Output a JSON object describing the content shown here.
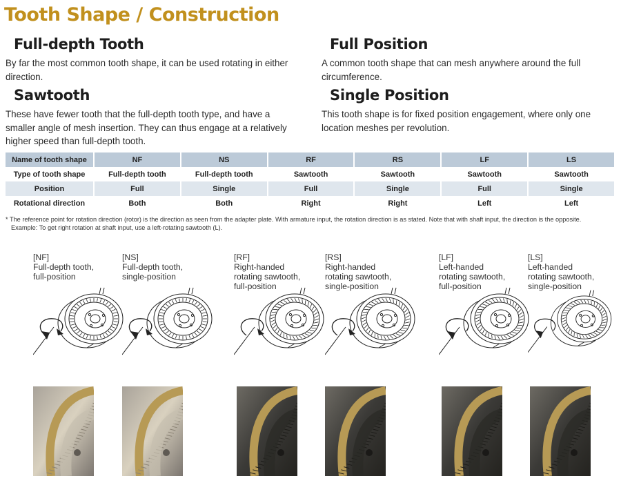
{
  "page_title": "Tooth Shape / Construction",
  "sections": {
    "full_depth": {
      "heading": "Full-depth Tooth",
      "text": "By far the most common tooth shape, it can be used rotating in either direction."
    },
    "full_position": {
      "heading": "Full Position",
      "text": "A common tooth shape that can mesh anywhere around the full circumference."
    },
    "sawtooth": {
      "heading": "Sawtooth",
      "text": "These have fewer tooth that the full-depth tooth type, and have a smaller angle of mesh insertion. They can thus engage at a relatively higher speed than full-depth tooth."
    },
    "single_position": {
      "heading": "Single Position",
      "text": "This tooth shape is for fixed position engagement, where only one location meshes per revolution."
    }
  },
  "table": {
    "header": [
      "Name of tooth shape",
      "NF",
      "NS",
      "RF",
      "RS",
      "LF",
      "LS"
    ],
    "rows": [
      [
        "Type of tooth shape",
        "Full-depth tooth",
        "Full-depth tooth",
        "Sawtooth",
        "Sawtooth",
        "Sawtooth",
        "Sawtooth"
      ],
      [
        "Position",
        "Full",
        "Single",
        "Full",
        "Single",
        "Full",
        "Single"
      ],
      [
        "Rotational direction",
        "Both",
        "Both",
        "Right",
        "Right",
        "Left",
        "Left"
      ]
    ]
  },
  "note": {
    "line1": "* The reference point for rotation direction (rotor) is the direction as seen from the adapter plate. With armature input, the rotation direction is as stated. Note that with shaft input, the direction is the opposite.",
    "line2": "Example: To get right rotation at shaft input, use a left-rotating sawtooth (L)."
  },
  "diagrams": [
    {
      "code": "[NF]",
      "line1": "Full-depth tooth,",
      "line2": "full-position",
      "line3": "",
      "tooth": "full",
      "arrow": "both"
    },
    {
      "code": "[NS]",
      "line1": "Full-depth tooth,",
      "line2": "single-position",
      "line3": "",
      "tooth": "full",
      "arrow": "both"
    },
    {
      "code": "[RF]",
      "line1": "Right-handed",
      "line2": "rotating sawtooth,",
      "line3": "full-position",
      "tooth": "saw",
      "arrow": "right"
    },
    {
      "code": "[RS]",
      "line1": "Right-handed",
      "line2": "rotating sawtooth,",
      "line3": "single-position",
      "tooth": "saw",
      "arrow": "right"
    },
    {
      "code": "[LF]",
      "line1": "Left-handed",
      "line2": "rotating sawtooth,",
      "line3": "full-position",
      "tooth": "saw",
      "arrow": "left"
    },
    {
      "code": "[LS]",
      "line1": "Left-handed",
      "line2": "rotating sawtooth,",
      "line3": "single-position",
      "tooth": "saw",
      "arrow": "left"
    }
  ],
  "photos": [
    {
      "tone": "silver"
    },
    {
      "tone": "silver"
    },
    {
      "tone": "dark"
    },
    {
      "tone": "dark"
    },
    {
      "tone": "dark"
    },
    {
      "tone": "dark"
    }
  ],
  "colors": {
    "title": "#c1901d",
    "table_header_bg": "#bccad8",
    "table_alt_bg": "#dfe6ed"
  }
}
